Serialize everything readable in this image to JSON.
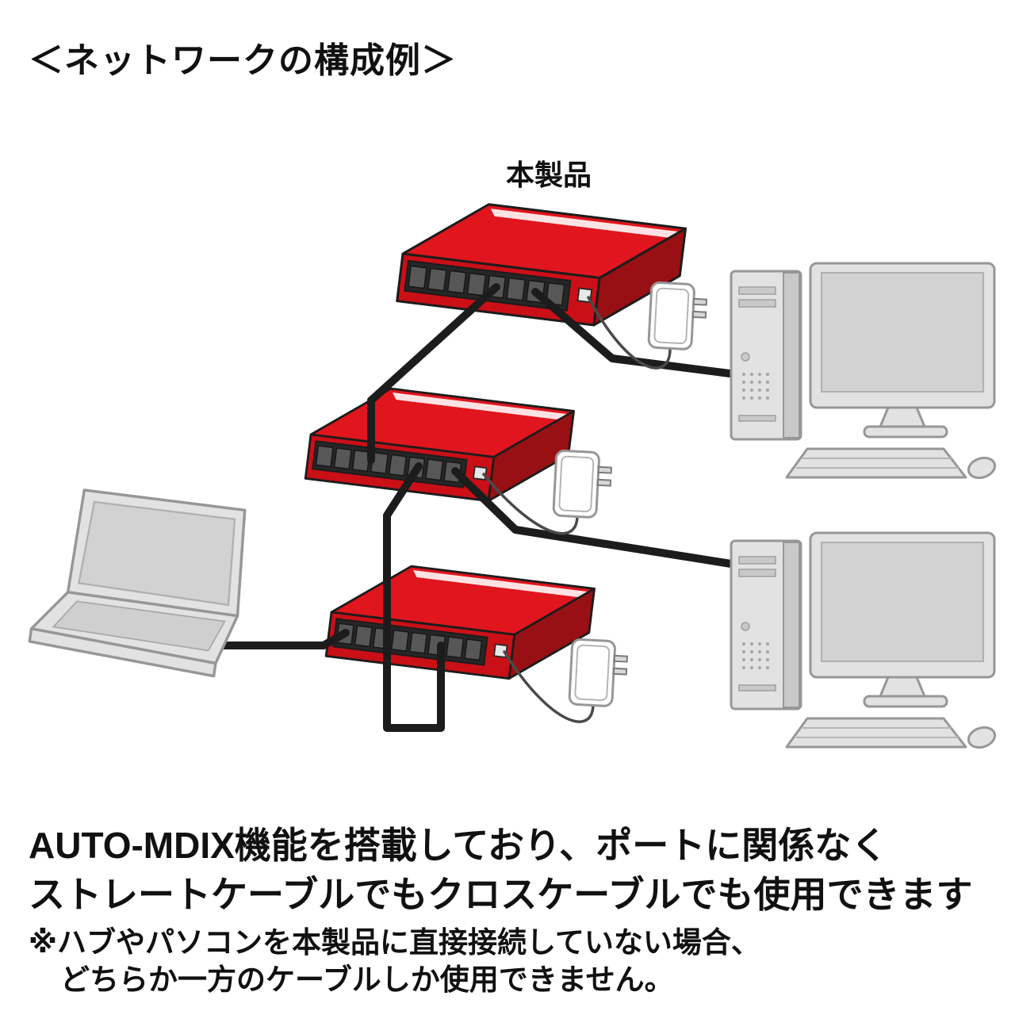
{
  "page": {
    "background": "#ffffff",
    "title": "＜ネットワークの構成例＞"
  },
  "diagram": {
    "product_label": "本製品",
    "devices": {
      "switch_count": 3,
      "ports_per_switch": 8,
      "desktop_pc_count": 2,
      "laptop_count": 1,
      "ac_adapter_count": 3,
      "ethernet_cable_count": 5
    },
    "colors": {
      "switch_top": "#e0151d",
      "switch_front": "#cb0f17",
      "switch_side": "#991014",
      "switch_highlight": "#ffffff",
      "port_well": "#262626",
      "port_dark": "#575757",
      "outline_dark": "#1c1c1c",
      "cable": "#1c1c1c",
      "device_fill": "#e2e2e2",
      "device_fill_dark": "#c9c9c9",
      "device_stroke": "#979797",
      "screen_fill": "#d2d2d2",
      "adapter_fill": "#ffffff",
      "adapter_cable": "#4a4a4a"
    }
  },
  "caption": {
    "line1": "AUTO-MDIX機能を搭載しており、ポートに関係なく",
    "line2": "ストレートケーブルでもクロスケーブルでも使用できます",
    "note1": "※ハブやパソコンを本製品に直接接続していない場合、",
    "note2": "どちらか一方のケーブルしか使用できません。"
  }
}
